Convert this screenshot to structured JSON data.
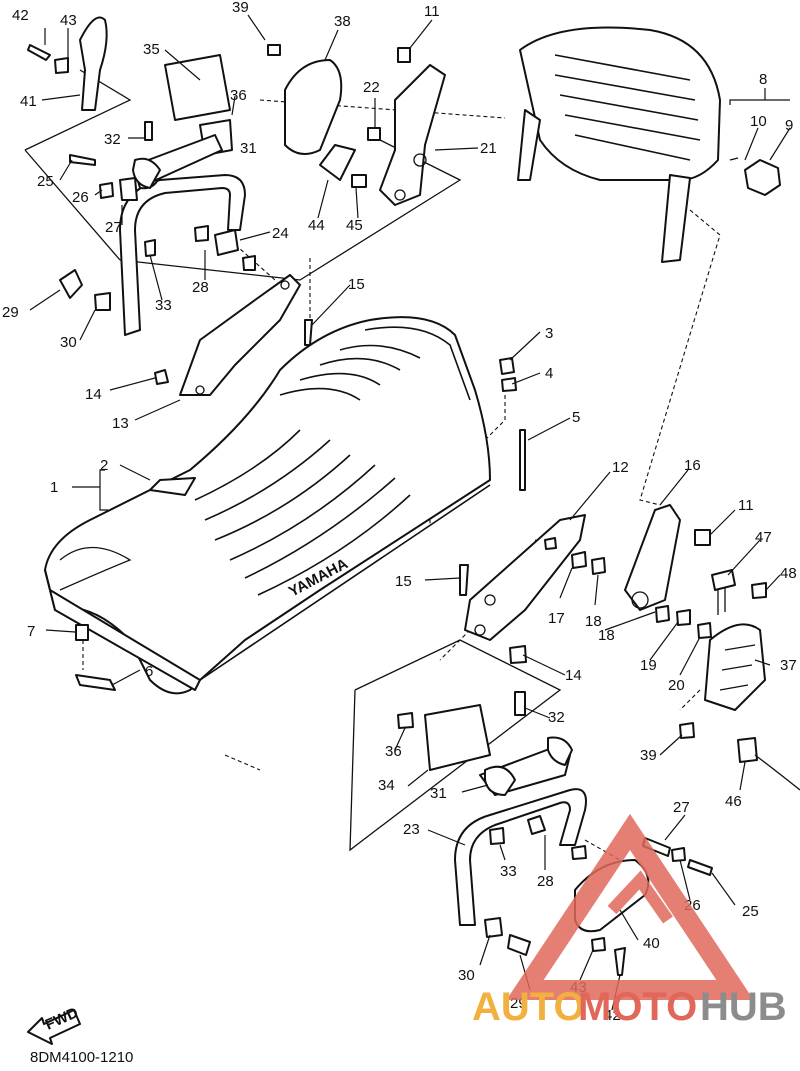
{
  "diagram": {
    "code": "8DM4100-1210",
    "embossed_text": "YAMAHA",
    "fwd_label": "FWD",
    "callouts": [
      {
        "id": "c42a",
        "text": "42"
      },
      {
        "id": "c43a",
        "text": "43"
      },
      {
        "id": "c39a",
        "text": "39"
      },
      {
        "id": "c38",
        "text": "38"
      },
      {
        "id": "c11a",
        "text": "11"
      },
      {
        "id": "c8",
        "text": "8"
      },
      {
        "id": "c10",
        "text": "10"
      },
      {
        "id": "c9",
        "text": "9"
      },
      {
        "id": "c35",
        "text": "35"
      },
      {
        "id": "c36a",
        "text": "36"
      },
      {
        "id": "c41",
        "text": "41"
      },
      {
        "id": "c22",
        "text": "22"
      },
      {
        "id": "c21",
        "text": "21"
      },
      {
        "id": "c32a",
        "text": "32"
      },
      {
        "id": "c31a",
        "text": "31"
      },
      {
        "id": "c25a",
        "text": "25"
      },
      {
        "id": "c26a",
        "text": "26"
      },
      {
        "id": "c27a",
        "text": "27"
      },
      {
        "id": "c44",
        "text": "44"
      },
      {
        "id": "c45",
        "text": "45"
      },
      {
        "id": "c24",
        "text": "24"
      },
      {
        "id": "c28a",
        "text": "28"
      },
      {
        "id": "c29a",
        "text": "29"
      },
      {
        "id": "c33a",
        "text": "33"
      },
      {
        "id": "c30a",
        "text": "30"
      },
      {
        "id": "c15a",
        "text": "15"
      },
      {
        "id": "c3",
        "text": "3"
      },
      {
        "id": "c4",
        "text": "4"
      },
      {
        "id": "c14a",
        "text": "14"
      },
      {
        "id": "c13",
        "text": "13"
      },
      {
        "id": "c5",
        "text": "5"
      },
      {
        "id": "c1",
        "text": "1"
      },
      {
        "id": "c2",
        "text": "2"
      },
      {
        "id": "c12",
        "text": "12"
      },
      {
        "id": "c16",
        "text": "16"
      },
      {
        "id": "c11b",
        "text": "11"
      },
      {
        "id": "c47",
        "text": "47"
      },
      {
        "id": "c48",
        "text": "48"
      },
      {
        "id": "c15b",
        "text": "15"
      },
      {
        "id": "c17",
        "text": "17"
      },
      {
        "id": "c18a",
        "text": "18"
      },
      {
        "id": "c18b",
        "text": "18"
      },
      {
        "id": "c19",
        "text": "19"
      },
      {
        "id": "c20",
        "text": "20"
      },
      {
        "id": "c37",
        "text": "37"
      },
      {
        "id": "c7",
        "text": "7"
      },
      {
        "id": "c6",
        "text": "6"
      },
      {
        "id": "c14b",
        "text": "14"
      },
      {
        "id": "c32b",
        "text": "32"
      },
      {
        "id": "c36b",
        "text": "36"
      },
      {
        "id": "c39b",
        "text": "39"
      },
      {
        "id": "c34",
        "text": "34"
      },
      {
        "id": "c31b",
        "text": "31"
      },
      {
        "id": "c46",
        "text": "46"
      },
      {
        "id": "c23",
        "text": "23"
      },
      {
        "id": "c27b",
        "text": "27"
      },
      {
        "id": "c33b",
        "text": "33"
      },
      {
        "id": "c28b",
        "text": "28"
      },
      {
        "id": "c26b",
        "text": "26"
      },
      {
        "id": "c25b",
        "text": "25"
      },
      {
        "id": "c40",
        "text": "40"
      },
      {
        "id": "c30b",
        "text": "30"
      },
      {
        "id": "c29b",
        "text": "29"
      },
      {
        "id": "c43b",
        "text": "43"
      },
      {
        "id": "c42b",
        "text": "42"
      }
    ]
  },
  "watermark": {
    "text_auto": "AUTO",
    "text_moto": "MOTO",
    "text_hub": "HUB",
    "colors": {
      "auto": "#f2b03e",
      "moto": "#e1675a",
      "hub": "#8c8c8c"
    }
  }
}
